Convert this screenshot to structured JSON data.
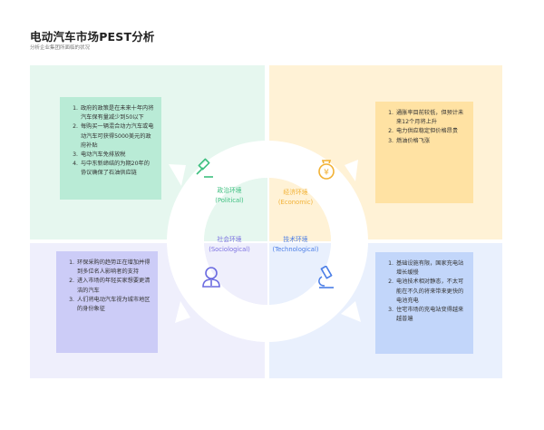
{
  "header": {
    "title": "电动汽车市场PEST分析",
    "subtitle": "分析企业集团所面临的状况"
  },
  "colors": {
    "political": "#3dbf7f",
    "economic": "#f2b134",
    "sociological": "#7a6fe0",
    "technological": "#4a7de6"
  },
  "quadrants": {
    "political": {
      "label_cn": "政治环境",
      "label_en": "(Political)",
      "icon": "gavel-icon",
      "items": [
        "政府的政策是在未来十年内将汽车保有量减少到50以下",
        "每购买一辆混合动力汽车或电动汽车可获得5000美元的政府补贴",
        "电动汽车免排放税",
        "与中东新缔结的为期20年的协议确保了石油供应链"
      ]
    },
    "economic": {
      "label_cn": "经济环境",
      "label_en": "(Economic)",
      "icon": "money-bag-icon",
      "items": [
        "通胀率目前较低，但预计未来12个月将上升",
        "电力供应稳定但价格昂贵",
        "燃油价格飞涨"
      ]
    },
    "sociological": {
      "label_cn": "社会环境",
      "label_en": "(Sociological)",
      "icon": "person-icon",
      "items": [
        "环保采购的趋势正在增加并得到多位名人影响者的支持",
        "进入市场的年轻买家想要更清洁的汽车",
        "人们将电动汽车视为城市地区的身份象征"
      ]
    },
    "technological": {
      "label_cn": "技术环境",
      "label_en": "(Technological)",
      "icon": "microscope-icon",
      "items": [
        "基础设施有限，国家充电站增长缓慢",
        "电池技术相对静态，不太可能在不久的将来带来更快的电池充电",
        "住宅市场的充电站变得越来越普遍"
      ]
    }
  }
}
